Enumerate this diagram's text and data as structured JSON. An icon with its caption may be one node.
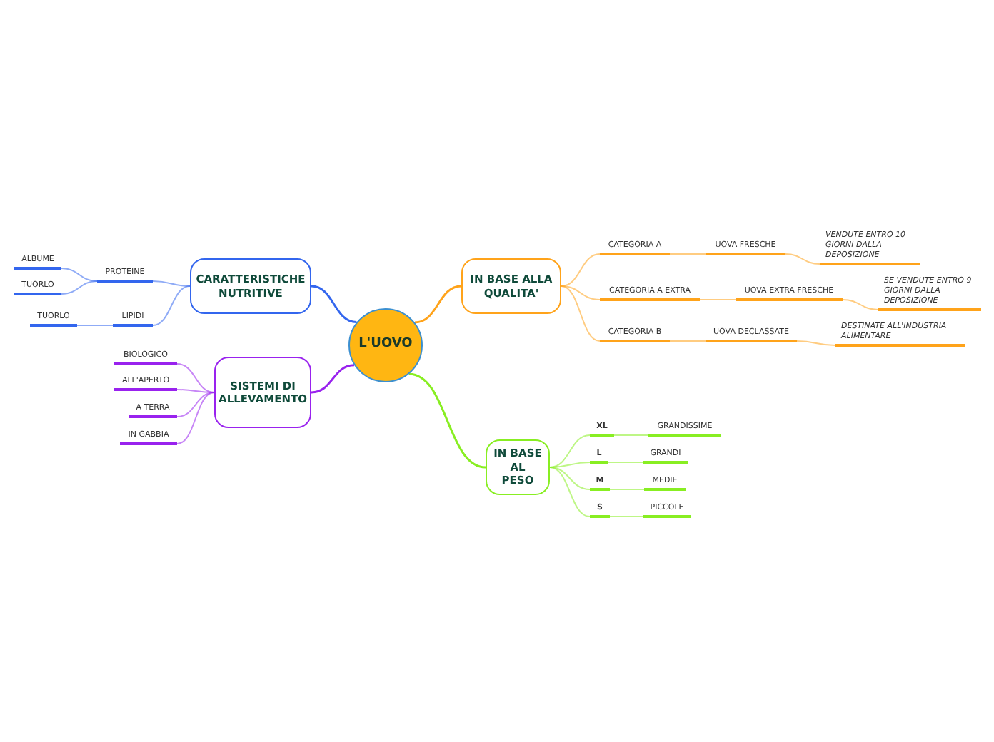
{
  "diagram": {
    "nodes": [
      {
        "text": [
          "L'UOVO"
        ]
      },
      {
        "text": [
          "CARATTERISTICHE NUTRITIVE"
        ]
      },
      {
        "text": [
          "PROTEINE"
        ]
      },
      {
        "text": [
          "ALBUME"
        ]
      },
      {
        "text": [
          "TUORLO"
        ]
      },
      {
        "text": [
          "LIPIDI"
        ]
      },
      {
        "text": [
          "TUORLO"
        ]
      },
      {
        "text": [
          "SISTEMI DI ALLEVAMENTO"
        ]
      },
      {
        "text": [
          "BIOLOGICO"
        ]
      },
      {
        "text": [
          "ALL'APERTO"
        ]
      },
      {
        "text": [
          "A TERRA"
        ]
      },
      {
        "text": [
          "IN GABBIA"
        ]
      },
      {
        "text": [
          "IN BASE ALLA QUALITA'"
        ]
      },
      {
        "text": [
          "CATEGORIA A"
        ]
      },
      {
        "text": [
          "UOVA FRESCHE"
        ]
      },
      {
        "text": [
          "VENDUTE ENTRO 10 GIORNI DALLA DEPOSIZIONE"
        ]
      },
      {
        "text": [
          "CATEGORIA A EXTRA"
        ]
      },
      {
        "text": [
          "UOVA EXTRA FRESCHE"
        ]
      },
      {
        "text": [
          "SE VENDUTE ENTRO 9 GIORNI DALLA DEPOSIZIONE"
        ]
      },
      {
        "text": [
          "CATEGORIA B"
        ]
      },
      {
        "text": [
          "UOVA DECLASSATE"
        ]
      },
      {
        "text": [
          "DESTINATE ALL'INDUSTRIA ALIMENTARE"
        ]
      },
      {
        "text": [
          "IN BASE AL PESO"
        ]
      },
      {
        "text": [
          "XL"
        ]
      },
      {
        "text": [
          "GRANDISSIME"
        ]
      },
      {
        "text": [
          "L"
        ]
      },
      {
        "text": [
          "GRANDI"
        ]
      },
      {
        "text": [
          "M"
        ]
      },
      {
        "text": [
          "MEDIE"
        ]
      },
      {
        "text": [
          "S"
        ]
      },
      {
        "text": [
          "PICCOLE"
        ]
      }
    ],
    "edges": [
      {
        "from": 0,
        "to": 1,
        "arrow": "none",
        "color": "#3366ee"
      },
      {
        "from": 1,
        "to": 2,
        "arrow": "none",
        "color": "#3366ee"
      },
      {
        "from": 2,
        "to": 3,
        "arrow": "none",
        "color": "#3366ee"
      },
      {
        "from": 2,
        "to": 4,
        "arrow": "none",
        "color": "#3366ee"
      },
      {
        "from": 1,
        "to": 5,
        "arrow": "none",
        "color": "#3366ee"
      },
      {
        "from": 5,
        "to": 6,
        "arrow": "none",
        "color": "#3366ee"
      },
      {
        "from": 0,
        "to": 7,
        "arrow": "none",
        "color": "#9922ee"
      },
      {
        "from": 7,
        "to": 8,
        "arrow": "none",
        "color": "#9922ee"
      },
      {
        "from": 7,
        "to": 9,
        "arrow": "none",
        "color": "#9922ee"
      },
      {
        "from": 7,
        "to": 10,
        "arrow": "none",
        "color": "#9922ee"
      },
      {
        "from": 7,
        "to": 11,
        "arrow": "none",
        "color": "#9922ee"
      },
      {
        "from": 0,
        "to": 12,
        "arrow": "none",
        "color": "#ffa31a"
      },
      {
        "from": 12,
        "to": 13,
        "arrow": "none",
        "color": "#ffa31a"
      },
      {
        "from": 13,
        "to": 14,
        "arrow": "none",
        "color": "#ffa31a"
      },
      {
        "from": 14,
        "to": 15,
        "arrow": "none",
        "color": "#ffa31a"
      },
      {
        "from": 12,
        "to": 16,
        "arrow": "none",
        "color": "#ffa31a"
      },
      {
        "from": 16,
        "to": 17,
        "arrow": "none",
        "color": "#ffa31a"
      },
      {
        "from": 17,
        "to": 18,
        "arrow": "none",
        "color": "#ffa31a"
      },
      {
        "from": 12,
        "to": 19,
        "arrow": "none",
        "color": "#ffa31a"
      },
      {
        "from": 19,
        "to": 20,
        "arrow": "none",
        "color": "#ffa31a"
      },
      {
        "from": 20,
        "to": 21,
        "arrow": "none",
        "color": "#ffa31a"
      },
      {
        "from": 0,
        "to": 22,
        "arrow": "none",
        "color": "#88ee22"
      },
      {
        "from": 22,
        "to": 23,
        "arrow": "none",
        "color": "#88ee22"
      },
      {
        "from": 23,
        "to": 24,
        "arrow": "none",
        "color": "#88ee22"
      },
      {
        "from": 22,
        "to": 25,
        "arrow": "none",
        "color": "#88ee22"
      },
      {
        "from": 25,
        "to": 26,
        "arrow": "none",
        "color": "#88ee22"
      },
      {
        "from": 22,
        "to": 27,
        "arrow": "none",
        "color": "#88ee22"
      },
      {
        "from": 27,
        "to": 28,
        "arrow": "none",
        "color": "#88ee22"
      },
      {
        "from": 22,
        "to": 29,
        "arrow": "none",
        "color": "#88ee22"
      },
      {
        "from": 29,
        "to": 30,
        "arrow": "none",
        "color": "#88ee22"
      }
    ]
  }
}
